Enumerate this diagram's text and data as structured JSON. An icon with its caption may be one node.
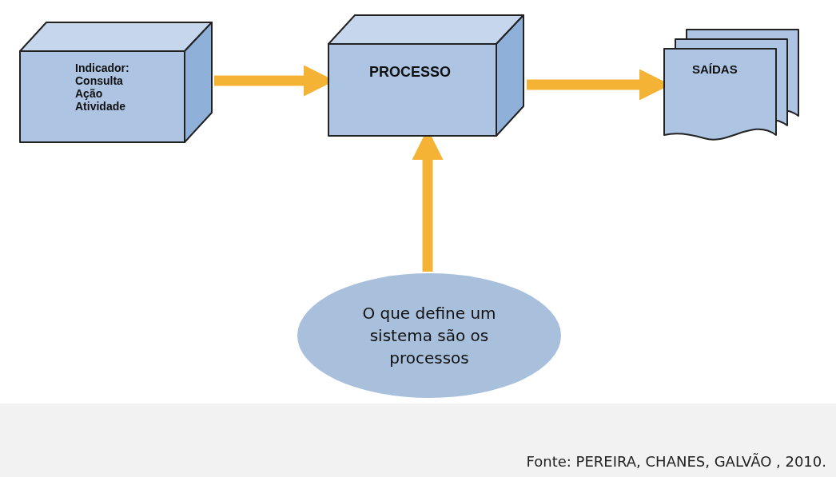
{
  "diagram": {
    "caption": "Fonte: PEREIRA, CHANES, GALVÃO , 2010.",
    "nodes": [
      {
        "text": [
          "Indicador:",
          "Consulta",
          "Ação",
          "Atividade"
        ]
      },
      {
        "text": [
          "PROCESSO"
        ]
      },
      {
        "text": [
          "SAÍDAS"
        ]
      },
      {
        "text": [
          "O que define um sistema são os processos"
        ]
      }
    ],
    "edges": [
      {
        "from": 0,
        "to": 1,
        "arrow": "to"
      },
      {
        "from": 1,
        "to": 2,
        "arrow": "to"
      },
      {
        "from": 3,
        "to": 1,
        "arrow": "to"
      }
    ]
  }
}
